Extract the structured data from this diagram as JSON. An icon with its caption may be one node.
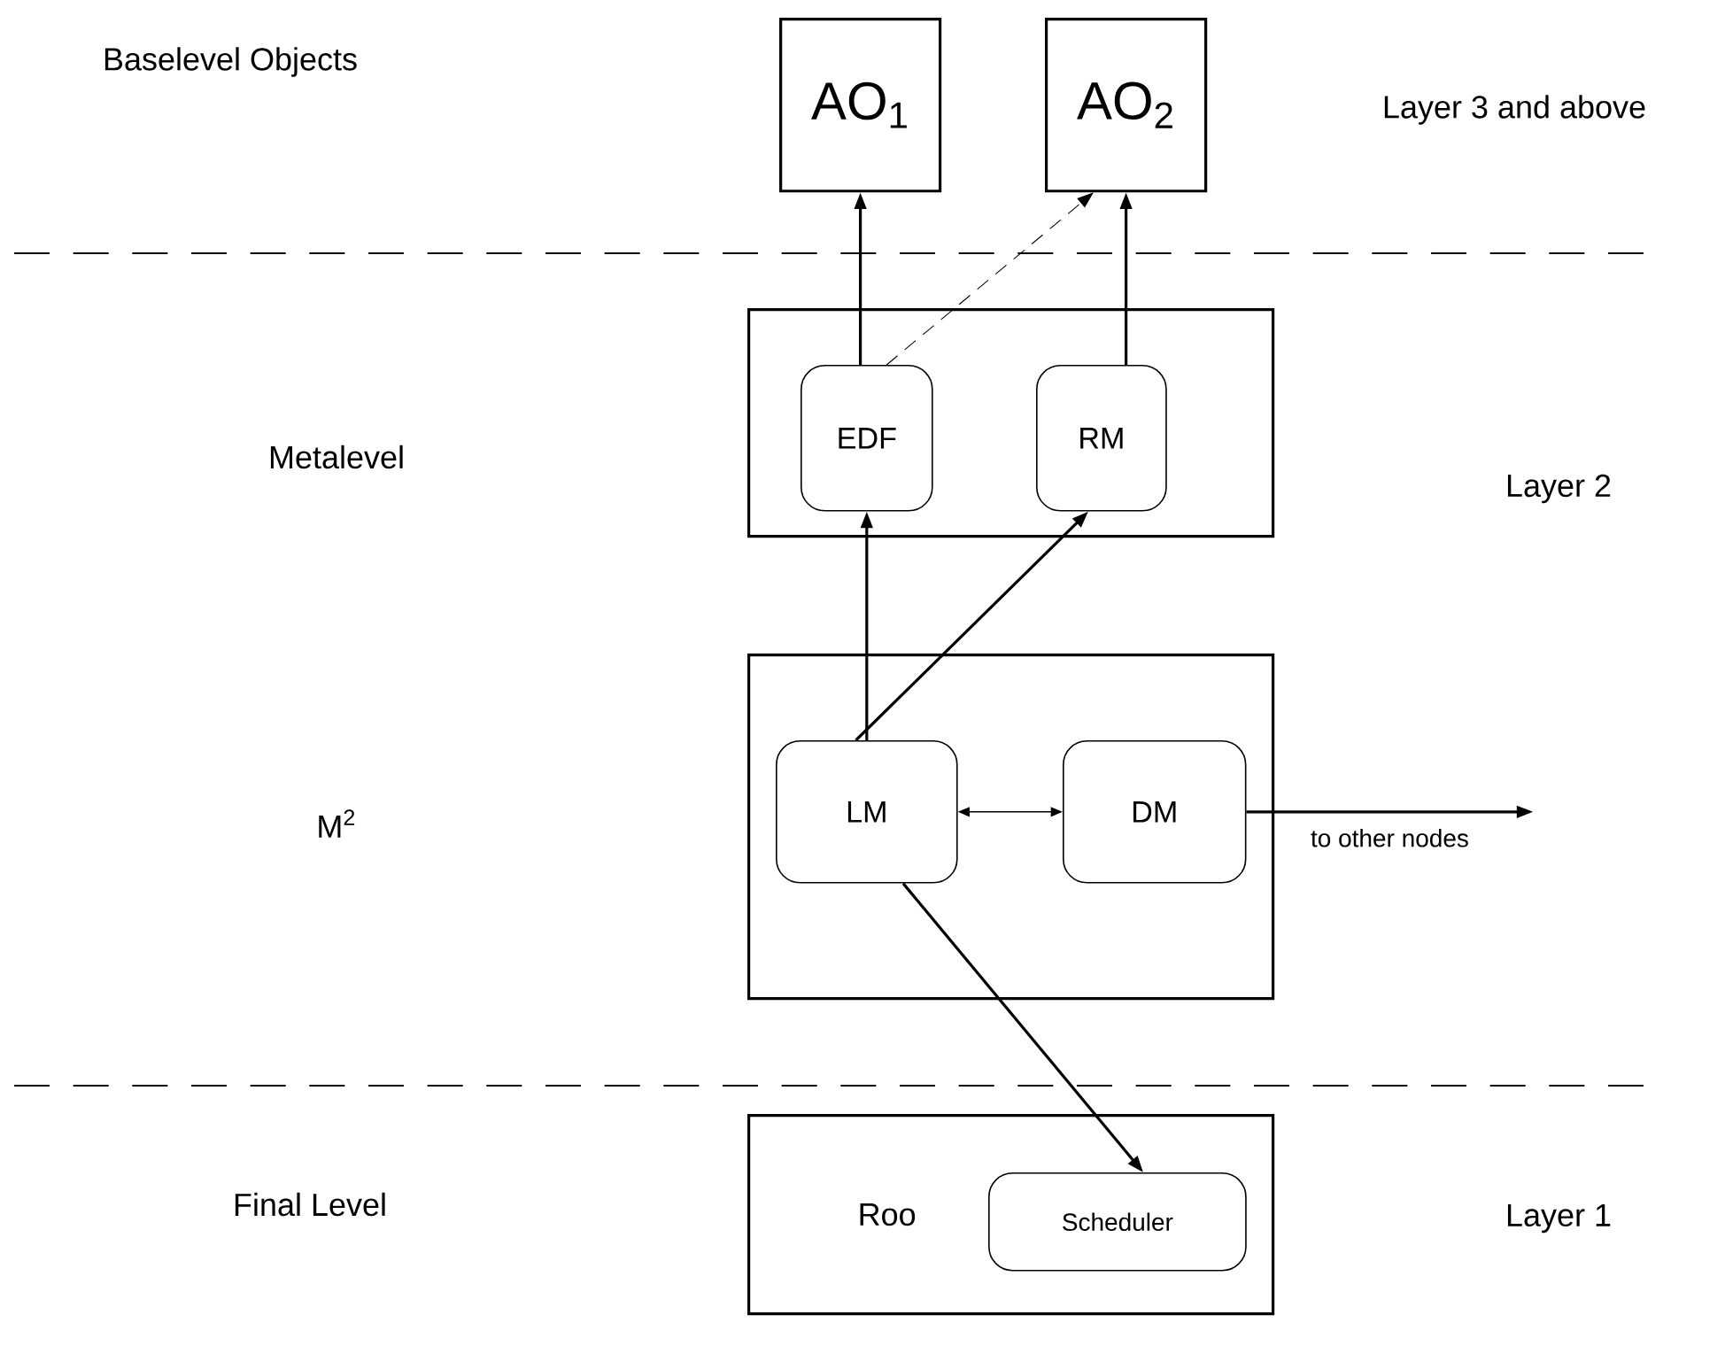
{
  "diagram": {
    "nodes": [
      {
        "text": [
          "AO$_{1}$"
        ]
      },
      {
        "text": [
          "AO$_{2}$"
        ]
      },
      {
        "text": [],
        "shape": "box"
      },
      {
        "text": [
          "EDF"
        ],
        "in": 2
      },
      {
        "text": [
          "RM"
        ],
        "in": 2
      },
      {
        "text": [],
        "shape": "box"
      },
      {
        "text": [
          "LM"
        ],
        "in": 5
      },
      {
        "text": [
          "DM"
        ],
        "in": 5
      },
      {
        "text": [
          "Roo"
        ]
      },
      {
        "text": [
          "Scheduler"
        ],
        "in": 8
      }
    ],
    "edges": [
      {
        "from": 3,
        "to": 0,
        "arrow": "to"
      },
      {
        "from": 3,
        "to": 1,
        "arrow": "to",
        "style": "dashed"
      },
      {
        "from": 4,
        "to": 1,
        "arrow": "to"
      },
      {
        "from": 6,
        "to": 3,
        "arrow": "to"
      },
      {
        "from": 6,
        "to": 4,
        "arrow": "to"
      },
      {
        "from": 6,
        "to": 7,
        "arrow": "both"
      },
      {
        "from": 7,
        "to": null,
        "arrow": "to",
        "label": "to other nodes"
      },
      {
        "from": 6,
        "to": 9,
        "arrow": "to"
      }
    ],
    "labels": [
      "Baselevel Objects",
      "Layer 3 and above",
      "Metalevel",
      "Layer 2",
      "M$^{2}$",
      "Final Level",
      "Layer 1"
    ]
  }
}
